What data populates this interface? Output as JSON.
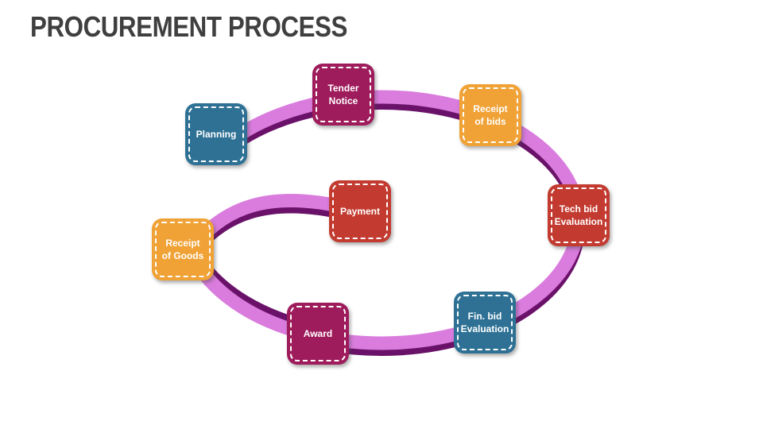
{
  "slide": {
    "title": "PROCUREMENT PROCESS"
  },
  "colors": {
    "title_text": "#3f3f3f",
    "background": "#ffffff",
    "ribbon_light": "#d97cdd",
    "ribbon_dark": "#6a1269",
    "step_text": "#ffffff",
    "palette": {
      "blue": "#2e7195",
      "magenta": "#9e1c5c",
      "orange": "#f0a236",
      "red": "#c33b30"
    }
  },
  "steps": [
    {
      "label": "Planning",
      "color": "#2e7195"
    },
    {
      "label": "Tender\nNotice",
      "color": "#9e1c5c"
    },
    {
      "label": "Receipt\nof bids",
      "color": "#f0a236"
    },
    {
      "label": "Tech bid\nEvaluation",
      "color": "#c33b30"
    },
    {
      "label": "Fin. bid\nEvaluation",
      "color": "#2e7195"
    },
    {
      "label": "Award",
      "color": "#9e1c5c"
    },
    {
      "label": "Receipt\nof Goods",
      "color": "#f0a236"
    },
    {
      "label": "Payment",
      "color": "#c33b30"
    }
  ]
}
